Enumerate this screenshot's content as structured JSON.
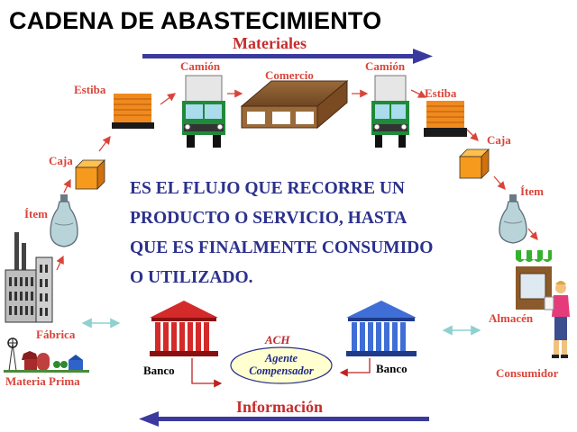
{
  "title": "CADENA DE ABASTECIMIENTO",
  "flows": {
    "top_arrow_label": "Materiales",
    "bottom_arrow_label": "Información"
  },
  "nodes": {
    "materia_prima": "Materia Prima",
    "fabrica": "Fábrica",
    "item_left": "Ítem",
    "caja_left": "Caja",
    "estiba_left": "Estiba",
    "camion_left": "Camión",
    "comercio": "Comercio",
    "camion_right": "Camión",
    "estiba_right": "Estiba",
    "caja_right": "Caja",
    "item_right": "Ítem",
    "almacen": "Almacén",
    "consumidor": "Consumidor"
  },
  "definition_lines": [
    "ES EL FLUJO QUE RECORRE UN",
    "PRODUCTO O SERVICIO, HASTA",
    "QUE ES FINALMENTE CONSUMIDO",
    "O UTILIZADO."
  ],
  "finance": {
    "bank_left": "Banco",
    "bank_right": "Banco",
    "ach": "ACH",
    "agent_line1": "Agente",
    "agent_line2": "Compensador"
  },
  "colors": {
    "flow_arrow": "#3a3a9e",
    "label_red": "#d9453a",
    "text_blue": "#2b318c",
    "bank_left": "#d42a2a",
    "bank_right": "#3f6fd6",
    "truck_green": "#1f8a3a",
    "crate_orange": "#f08a1e",
    "box_orange": "#f59a1c",
    "agent_ellipse": "#ffffd0"
  },
  "icons": [
    "factory-icon",
    "farm-icon",
    "bottle-icon",
    "box-icon",
    "pallet-icon",
    "truck-icon",
    "warehouse-icon",
    "bank-icon",
    "store-icon",
    "person-icon"
  ]
}
